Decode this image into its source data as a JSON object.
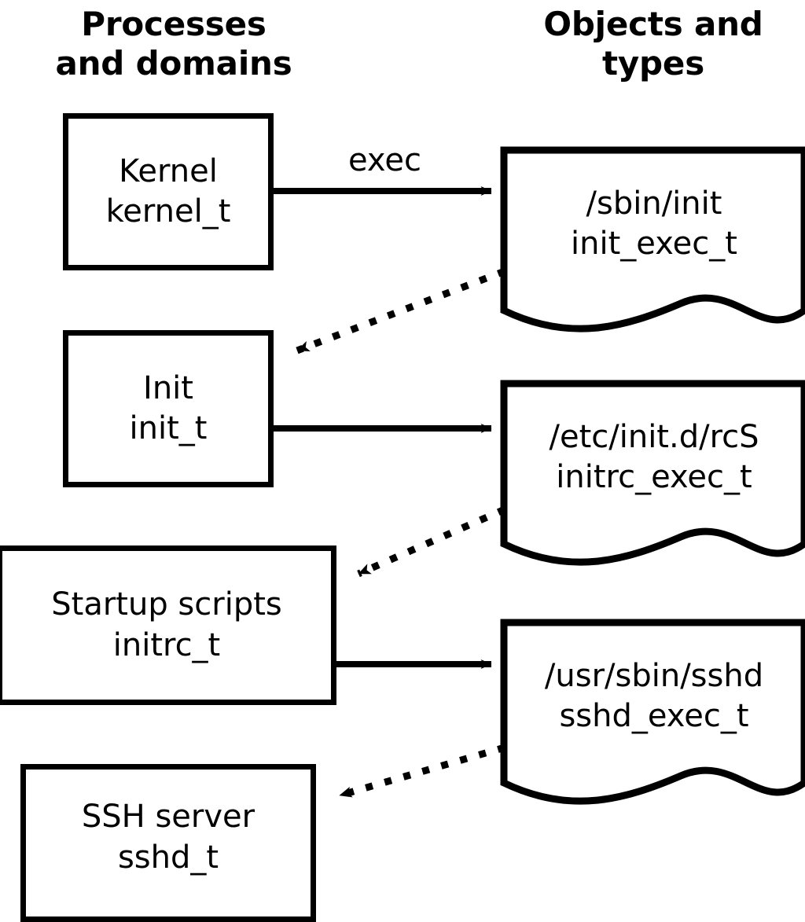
{
  "diagram": {
    "title_left": "Processes\nand domains",
    "title_right": "Objects and\ntypes",
    "columns": [
      {
        "name": "processes-and-domains",
        "header": "Processes\nand domains"
      },
      {
        "name": "objects-and-types",
        "header": "Objects and\ntypes"
      }
    ],
    "process_nodes": [
      {
        "id": "kernel",
        "label": "Kernel\nkernel_t",
        "line1": "Kernel",
        "line2": "kernel_t"
      },
      {
        "id": "init",
        "label": "Init\ninit_t",
        "line1": "Init",
        "line2": "init_t"
      },
      {
        "id": "initrc",
        "label": "Startup scripts\ninitrc_t",
        "line1": "Startup scripts",
        "line2": "initrc_t"
      },
      {
        "id": "sshd",
        "label": "SSH server\nsshd_t",
        "line1": "SSH server",
        "line2": "sshd_t"
      }
    ],
    "object_nodes": [
      {
        "id": "init-exec",
        "label": "/sbin/init\ninit_exec_t",
        "line1": "/sbin/init",
        "line2": "init_exec_t"
      },
      {
        "id": "initrc-exec",
        "label": "/etc/init.d/rcS\ninitrc_exec_t",
        "line1": "/etc/init.d/rcS",
        "line2": "initrc_exec_t"
      },
      {
        "id": "sshd-exec",
        "label": "/usr/sbin/sshd\nsshd_exec_t",
        "line1": "/usr/sbin/sshd",
        "line2": "sshd_exec_t"
      }
    ],
    "edges": [
      {
        "id": "kernel-exec-init-exec",
        "from": "kernel",
        "to": "init-exec",
        "style": "solid",
        "label": "exec"
      },
      {
        "id": "init-exec-to-init",
        "from": "init-exec",
        "to": "init",
        "style": "dotted",
        "label": ""
      },
      {
        "id": "init-exec-initrc-exec",
        "from": "init",
        "to": "initrc-exec",
        "style": "solid",
        "label": ""
      },
      {
        "id": "initrc-exec-to-initrc",
        "from": "initrc-exec",
        "to": "initrc",
        "style": "dotted",
        "label": ""
      },
      {
        "id": "initrc-exec-sshd-exec",
        "from": "initrc",
        "to": "sshd-exec",
        "style": "solid",
        "label": ""
      },
      {
        "id": "sshd-exec-to-sshd",
        "from": "sshd-exec",
        "to": "sshd",
        "style": "dotted",
        "label": ""
      }
    ],
    "edge_labels": [
      {
        "id": "exec-label",
        "text": "exec"
      }
    ],
    "colors": {
      "stroke": "#000000",
      "fill": "#ffffff",
      "text": "#000000"
    }
  }
}
